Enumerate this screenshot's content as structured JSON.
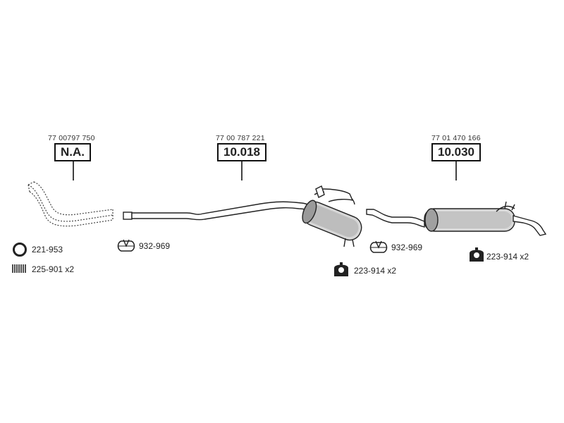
{
  "sections": [
    {
      "oe_number": "77 00797 750",
      "part_code": "N.A."
    },
    {
      "oe_number": "77 00 787 221",
      "part_code": "10.018"
    },
    {
      "oe_number": "77 01 470 166",
      "part_code": "10.030"
    }
  ],
  "accessories": {
    "ring": {
      "label": "221-953",
      "icon": "ring-gasket-icon"
    },
    "spring": {
      "label": "225-901 x2",
      "icon": "spring-icon"
    },
    "clamp_1": {
      "label": "932-969",
      "icon": "clamp-icon"
    },
    "clamp_2": {
      "label": "932-969",
      "icon": "clamp-icon"
    },
    "hanger_1": {
      "label": "223-914 x2",
      "icon": "rubber-hanger-icon"
    },
    "hanger_2": {
      "label": "223-914 x2",
      "icon": "rubber-hanger-icon"
    }
  }
}
